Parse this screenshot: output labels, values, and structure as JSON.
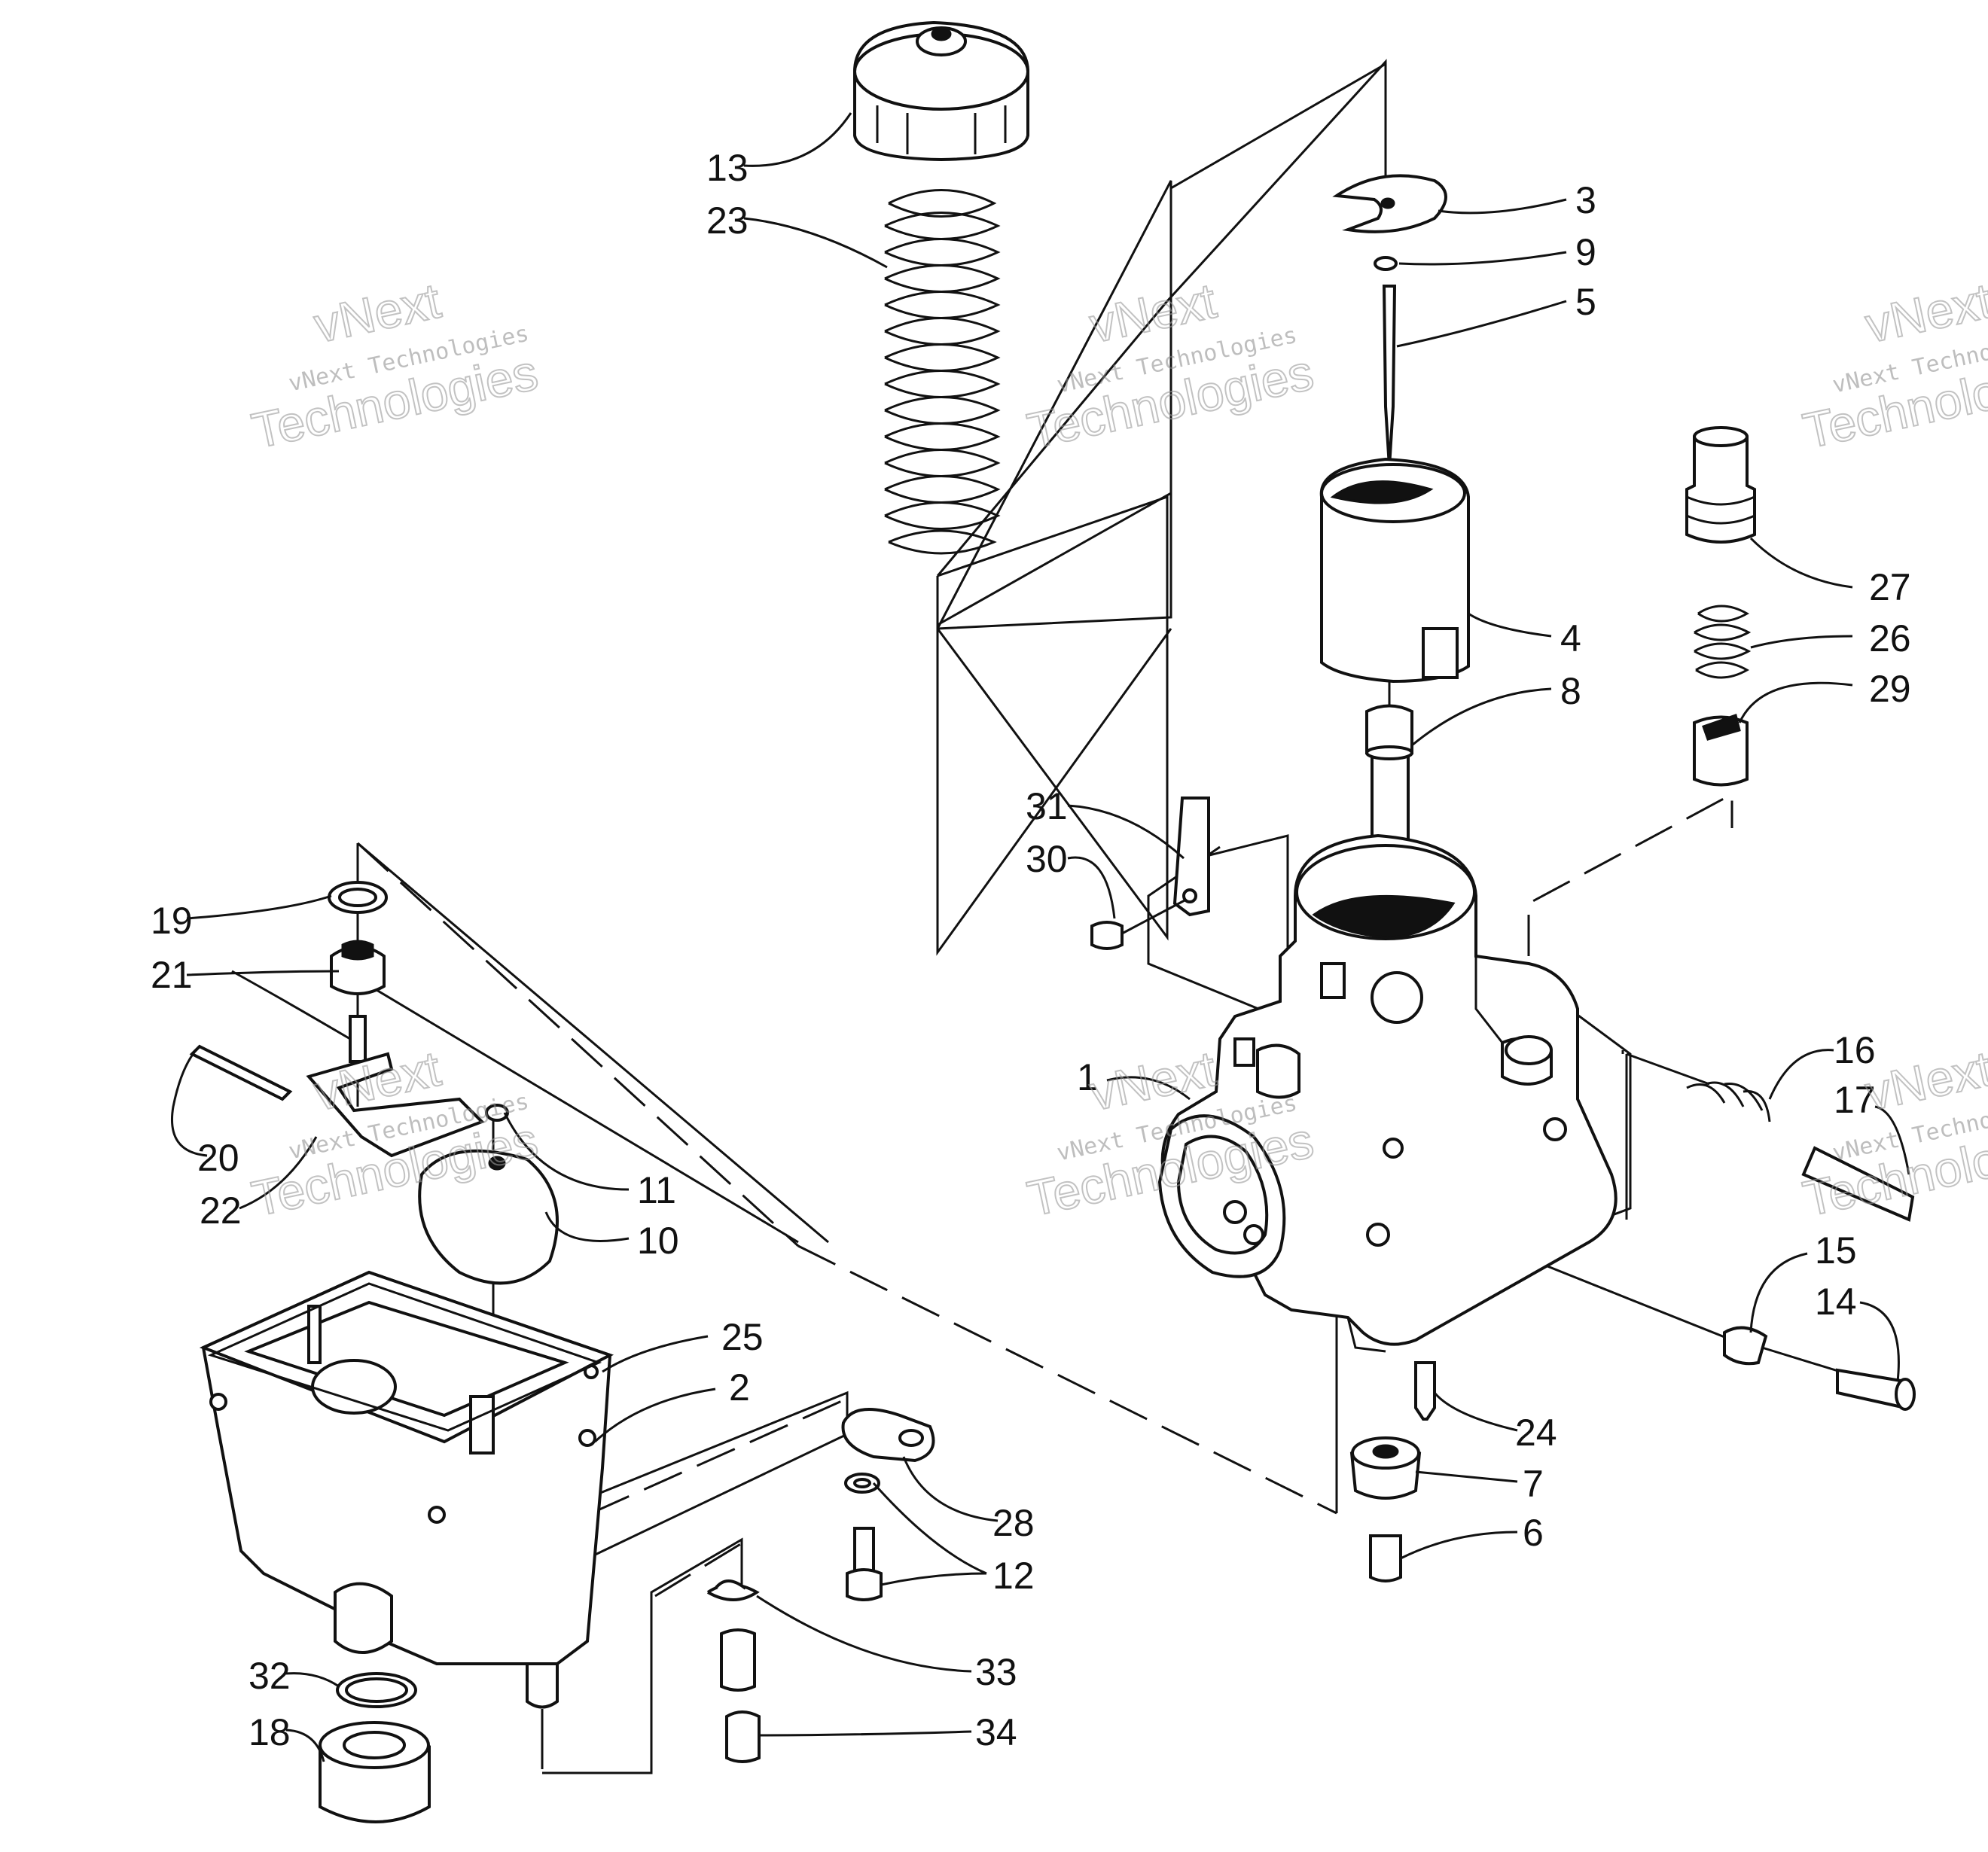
{
  "watermark": {
    "text_brand": "vNext",
    "text_small": "vNext Technologies",
    "text_large": "Technologies"
  },
  "callouts": [
    "1",
    "2",
    "3",
    "4",
    "5",
    "6",
    "7",
    "8",
    "9",
    "10",
    "11",
    "12",
    "13",
    "14",
    "15",
    "16",
    "17",
    "18",
    "19",
    "20",
    "21",
    "22",
    "23",
    "24",
    "25",
    "26",
    "27",
    "28",
    "29",
    "30",
    "31",
    "32",
    "33",
    "34"
  ]
}
